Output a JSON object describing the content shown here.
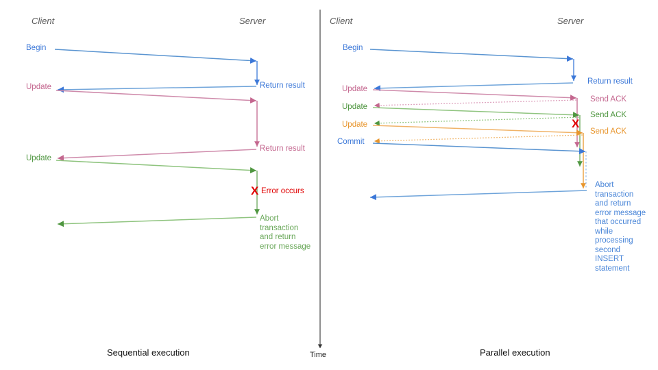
{
  "figure": {
    "time_axis_label": "Time",
    "left_caption": "Sequential execution",
    "right_caption": "Parallel execution"
  },
  "colors": {
    "blue": "#3c78d8",
    "blue_light": "#8ab4e8",
    "pink": "#c4678f",
    "pink_light": "#dfa6c0",
    "green": "#4f9640",
    "green_light": "#96c987",
    "orange": "#e8962e",
    "orange_light": "#f2bd78",
    "red": "#e00000",
    "axis": "#333333",
    "actor": "#5a5a5a",
    "caption": "#111111"
  },
  "left_panel": {
    "actors": {
      "client": "Client",
      "server": "Server"
    },
    "messages": [
      {
        "id": "begin",
        "label": "Begin",
        "color": "blue"
      },
      {
        "id": "return-1",
        "label": "Return result",
        "color": "blue"
      },
      {
        "id": "update-1",
        "label": "Update",
        "color": "pink"
      },
      {
        "id": "return-2",
        "label": "Return result",
        "color": "pink"
      },
      {
        "id": "update-2",
        "label": "Update",
        "color": "green"
      },
      {
        "id": "error",
        "label": "Error occurs",
        "color": "red"
      },
      {
        "id": "abort",
        "label": "Abort\ntransaction\nand return\nerror message",
        "color": "green"
      }
    ],
    "error_marker": "X"
  },
  "right_panel": {
    "actors": {
      "client": "Client",
      "server": "Server"
    },
    "messages": [
      {
        "id": "begin",
        "label": "Begin",
        "color": "blue"
      },
      {
        "id": "return-1",
        "label": "Return result",
        "color": "blue"
      },
      {
        "id": "update-1",
        "label": "Update",
        "color": "pink"
      },
      {
        "id": "ack-1",
        "label": "Send ACK",
        "color": "pink"
      },
      {
        "id": "update-2",
        "label": "Update",
        "color": "green"
      },
      {
        "id": "ack-2",
        "label": "Send ACK",
        "color": "green"
      },
      {
        "id": "update-3",
        "label": "Update",
        "color": "orange"
      },
      {
        "id": "ack-3",
        "label": "Send ACK",
        "color": "orange"
      },
      {
        "id": "commit",
        "label": "Commit",
        "color": "blue"
      },
      {
        "id": "abort",
        "label": "Abort\ntransaction\nand return\nerror message\nthat occurred\nwhile\nprocessing\nsecond\nINSERT\nstatement",
        "color": "blue"
      }
    ],
    "error_marker": "X"
  }
}
